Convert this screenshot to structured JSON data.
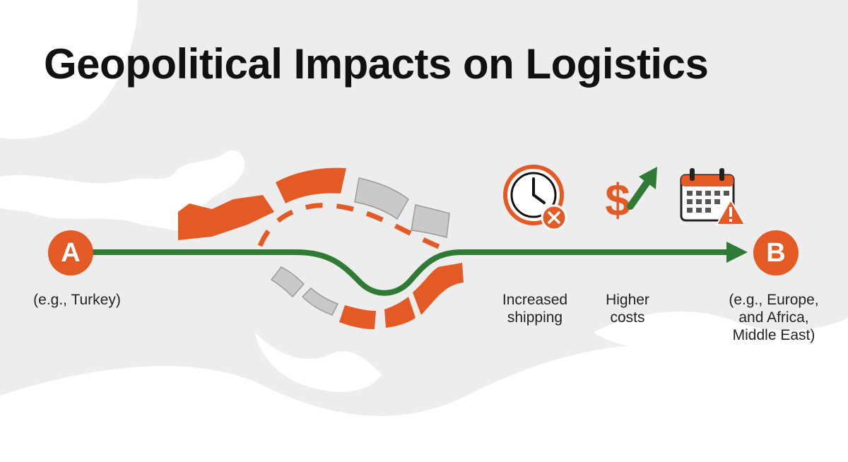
{
  "title": "Geopolitical Impacts on Logistics",
  "origin": {
    "letter": "A",
    "caption": "(e.g., Turkey)"
  },
  "destination": {
    "letter": "B",
    "caption": "(e.g., Europe,\nand Africa,\nMiddle East)"
  },
  "impacts": [
    {
      "icon": "clock-with-x-icon",
      "label": "Increased\nshipping"
    },
    {
      "icon": "dollar-up-arrow-icon",
      "label": "Higher\ncosts"
    },
    {
      "icon": "calendar-warning-icon",
      "label": ""
    }
  ],
  "colors": {
    "accent_orange": "#e45a25",
    "route_green": "#2f7a35",
    "blocked_gray": "#c9c9c9",
    "background": "#ededed"
  }
}
